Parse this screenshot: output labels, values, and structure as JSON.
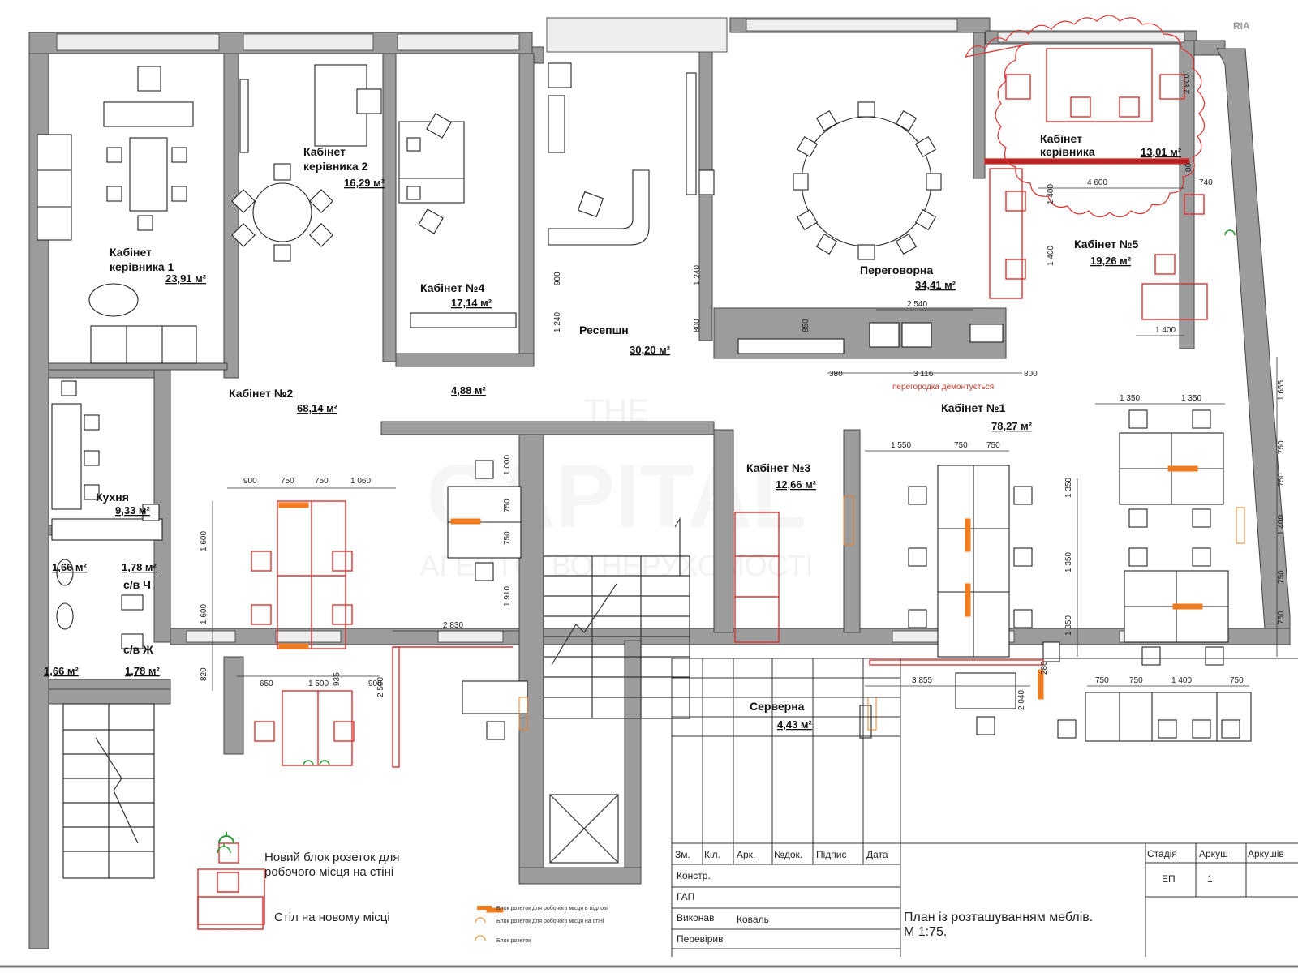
{
  "rooms": [
    {
      "name": "Кабінет\nкерівника 1",
      "area": "23,91 м²"
    },
    {
      "name": "Кабінет\nкерівника 2",
      "area": "16,29 м²"
    },
    {
      "name": "Кабінет №4",
      "area": "17,14 м²"
    },
    {
      "name": "Ресепшн",
      "area": "30,20 м²"
    },
    {
      "name": "Переговорна",
      "area": "34,41 м²"
    },
    {
      "name": "Кабінет\nкерівника",
      "area": "13,01 м²"
    },
    {
      "name": "Кабінет №5",
      "area": "19,26 м²"
    },
    {
      "name": "Кабінет №2",
      "area": "68,14 м²"
    },
    {
      "name": "",
      "area": "4,88 м²"
    },
    {
      "name": "Кабінет №1",
      "area": "78,27 м²"
    },
    {
      "name": "Кабінет №3",
      "area": "12,66 м²"
    },
    {
      "name": "Кухня",
      "area": "9,33 м²"
    },
    {
      "name": "Серверна",
      "area": "4,43 м²"
    },
    {
      "name": "",
      "area": "1,66 м²"
    },
    {
      "name": "с/в Ч",
      "area": "1,78 м²"
    },
    {
      "name": "",
      "area": "1,66 м²"
    },
    {
      "name": "с/в Ж",
      "area": "1,78 м²"
    }
  ],
  "dimensions": [
    "900",
    "750",
    "750",
    "1 060",
    "1 600",
    "1 600",
    "820",
    "650",
    "1 500",
    "935",
    "900",
    "2 500",
    "2 830",
    "1 910",
    "1 000",
    "750",
    "750",
    "1 550",
    "750",
    "750",
    "1 350",
    "1 350",
    "1 350",
    "3 855",
    "2 040",
    "280",
    "750",
    "750",
    "1 400",
    "750",
    "1 350",
    "1 350",
    "1 655",
    "750",
    "750",
    "1 400",
    "750",
    "750",
    "4 600",
    "740",
    "1 400",
    "1 400",
    "2 800",
    "80",
    "2 540",
    "1 400",
    "380",
    "3 116",
    "800",
    "850",
    "1 240",
    "900",
    "1 240",
    "800"
  ],
  "note": "перегородка демонтується",
  "legend": {
    "outlet_label": "Новий блок розеток для\nробочого місця на стіні",
    "desk_label": "Стіл на новому місці",
    "small1": "Блок розеток для робочого місця в підлозі",
    "small2": "Блок розеток для робочого місця на стіні",
    "small3": "Блок розеток"
  },
  "stamp": {
    "headers": [
      "Зм.",
      "Кіл.",
      "Арк.",
      "№док.",
      "Підпис",
      "Дата"
    ],
    "rows": [
      "Констр.",
      "ГАП",
      "Виконав",
      "Перевірив"
    ],
    "executor": "Коваль",
    "stage_headers": [
      "Стадія",
      "Аркуш",
      "Аркушів"
    ],
    "stage_values": [
      "ЕП",
      "1",
      ""
    ],
    "title": "План із розташуванням меблів.\nМ 1:75."
  },
  "watermark": {
    "lines": [
      "THE",
      "CAPITAL",
      "АГЕНТСТВО НЕРУХОМОСТІ"
    ],
    "corner": "RIA"
  },
  "colors": {
    "wall": "#9c9c9c",
    "red": "#e03030",
    "orange": "#f07b1f",
    "green": "#2e9b3a",
    "line": "#222222"
  }
}
